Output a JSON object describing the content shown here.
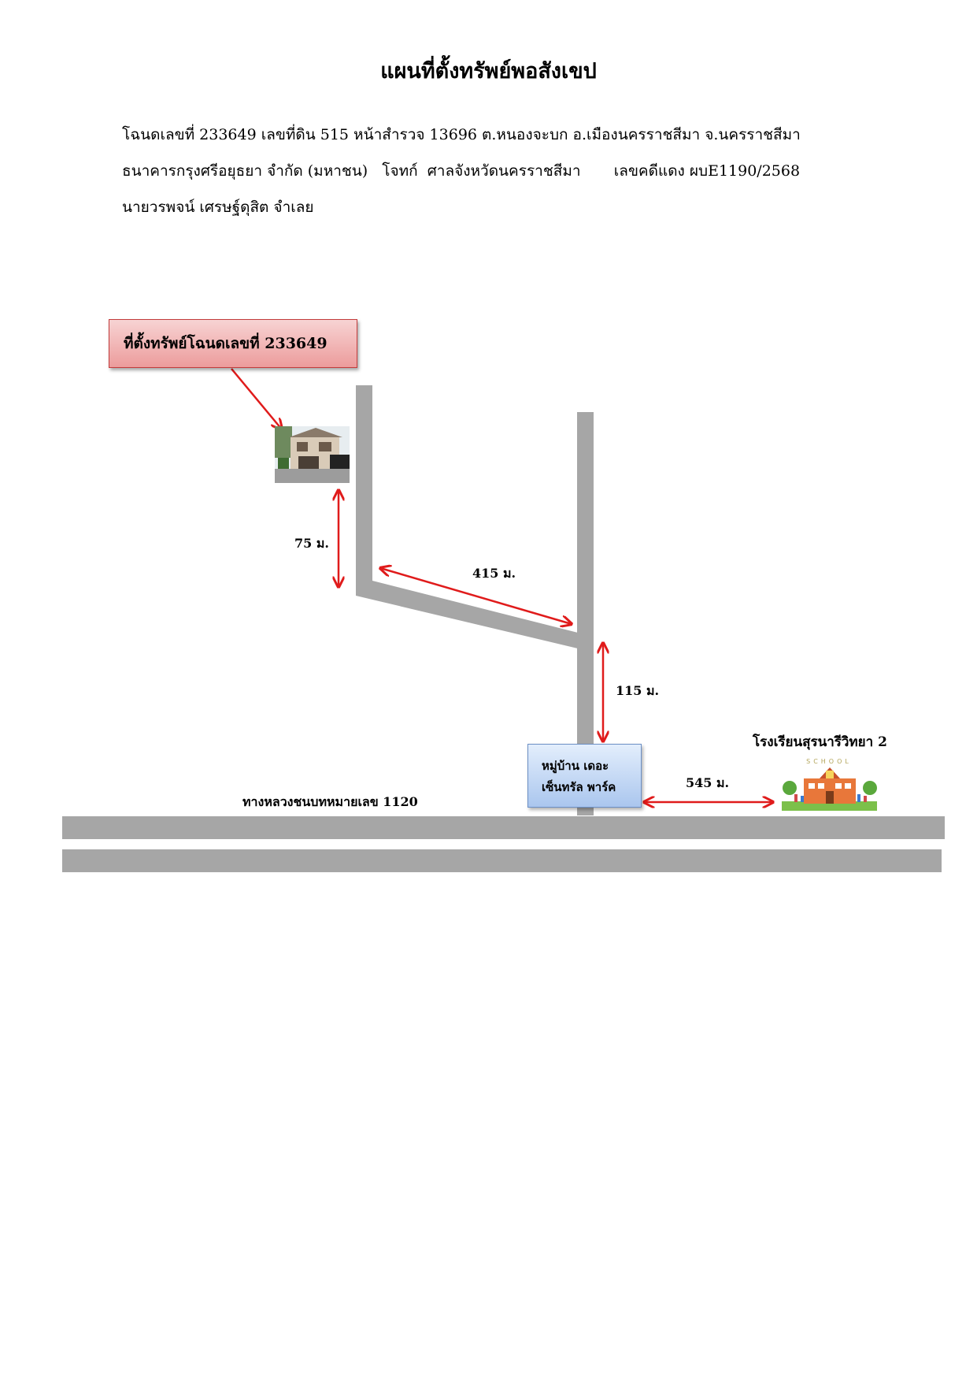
{
  "title": "แผนที่ตั้งทรัพย์พอสังเขป",
  "info": {
    "line1": "โฉนดเลขที่ 233649 เลขที่ดิน 515 หน้าสำรวจ 13696 ต.หนองจะบก อ.เมืองนครราชสีมา จ.นครราชสีมา",
    "line2": "ธนาคารกรุงศรีอยุธยา จำกัด (มหาชน)   โจทก์  ศาลจังหวัดนครราชสีมา       เลขคดีแดง ผบE1190/2568",
    "line3": "นายวรพจน์ เศรษฐ์ดุสิต จำเลย"
  },
  "callout": {
    "label": "ที่ตั้งทรัพย์โฉนดเลขที่  233649"
  },
  "village": {
    "line1": "หมู่บ้าน เดอะ",
    "line2": "เซ็นทรัล พาร์ค"
  },
  "school": {
    "name": "โรงเรียนสุรนารีวิทยา 2",
    "sign_text": "SCHOOL"
  },
  "highway": {
    "label": "ทางหลวงชนบทหมายเลข 1120"
  },
  "distances": {
    "d1": "75 ม.",
    "d2": "415 ม.",
    "d3": "115 ม.",
    "d4": "545 ม."
  },
  "colors": {
    "road": "#a6a6a6",
    "arrow": "#e01b1b",
    "callout_fill": "#f2b8b8",
    "village_fill": "#c6d9f5"
  }
}
